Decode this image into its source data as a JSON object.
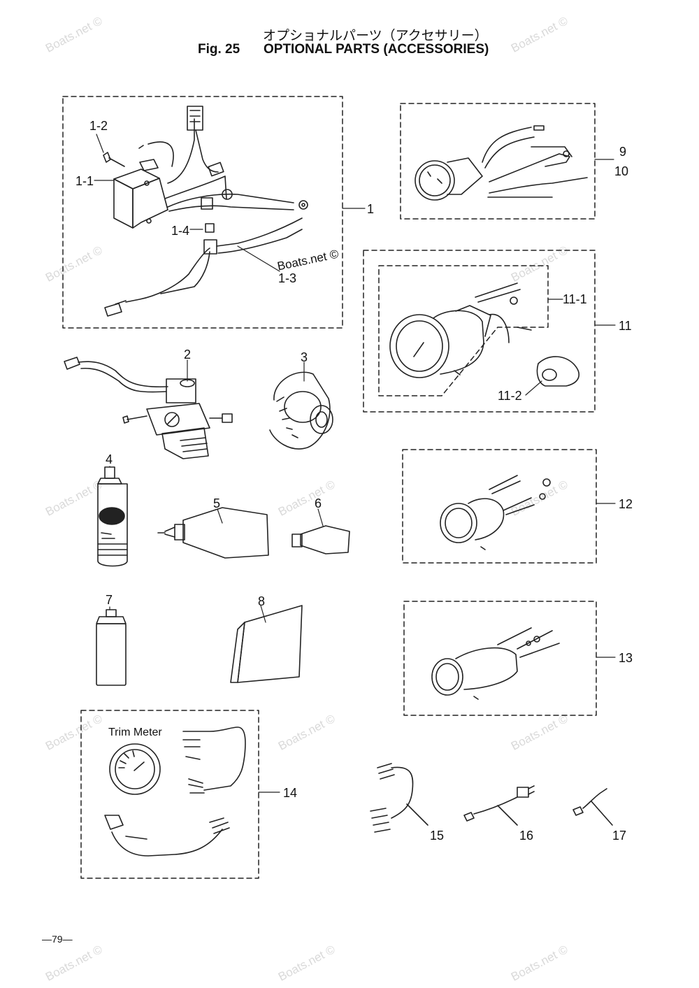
{
  "header": {
    "title_jp": "オプショナルパーツ（アクセサリー）",
    "fig_label": "Fig. 25",
    "fig_title": "OPTIONAL PARTS (ACCESSORIES)"
  },
  "watermark": "Boats.net ©",
  "overlay_mark": "Boats.net ©",
  "callouts": {
    "c1": "1",
    "c1_1": "1-1",
    "c1_2": "1-2",
    "c1_3": "1-3",
    "c1_4": "1-4",
    "c2": "2",
    "c3": "3",
    "c4": "4",
    "c5": "5",
    "c6": "6",
    "c7": "7",
    "c8": "8",
    "c9": "9",
    "c10": "10",
    "c11": "11",
    "c11_1": "11-1",
    "c11_2": "11-2",
    "c12": "12",
    "c13": "13",
    "c14": "14",
    "c15": "15",
    "c16": "16",
    "c17": "17"
  },
  "trim_meter_label": "Trim Meter",
  "page_number": "—79—"
}
